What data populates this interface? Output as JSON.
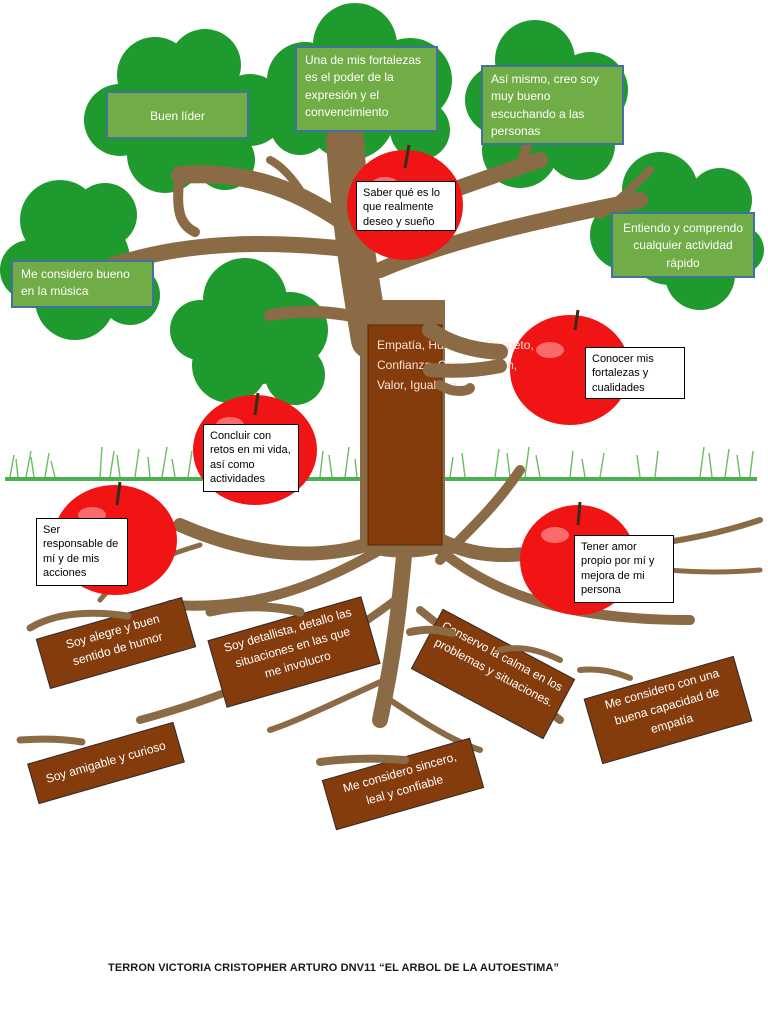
{
  "labels": {
    "buen_lider": "Buen líder",
    "fortaleza_expresion": "Una de mis fortalezas es el poder de la expresión y el convencimiento",
    "escuchando": "Así mismo, creo soy muy bueno escuchando a las personas",
    "entiendo_rapido": "Entiendo y comprendo cualquier actividad rápido",
    "musica": "Me considero bueno en la música",
    "saber_que_es": "Saber qué es lo que realmente deseo y sueño",
    "conocer_fortalezas": "Conocer mis fortalezas y cualidades",
    "concluir_retos": "Concluir con retos en mi vida, así como actividades",
    "ser_responsable": "Ser responsable de mí y de mis acciones",
    "amor_propio": "Tener amor propio por mí y mejora de mi persona"
  },
  "trunk": {
    "lines": [
      "Empatía, Humildad, Respeto,",
      "Confianza, Comunicación,",
      "Valor, Igualdad"
    ]
  },
  "roots": {
    "humor": [
      "Soy alegre y buen",
      "sentido de humor"
    ],
    "detallo": [
      "Soy detallista, detallo las",
      "situaciones en las que",
      "me involucro"
    ],
    "calma": [
      "Conservo la calma en los",
      "problemas y situaciones."
    ],
    "empatia": [
      "Me considero con una",
      "buena capacidad de",
      "empatía"
    ],
    "curioso": [
      "Soy amigable y curioso"
    ],
    "sincero": [
      "Me considero sincero,",
      "leal y confiable"
    ]
  },
  "footer": {
    "text": "TERRON VICTORIA CRISTOPHER ARTURO   DNV11  “EL ARBOL DE LA AUTOESTIMA”"
  },
  "colors": {
    "foliage": "#1f9a2e",
    "trunk": "#8b6b46",
    "apple": "#f01414",
    "label_green": "#70ad47",
    "root_box": "#843c0c",
    "grass": "#4caf50"
  }
}
